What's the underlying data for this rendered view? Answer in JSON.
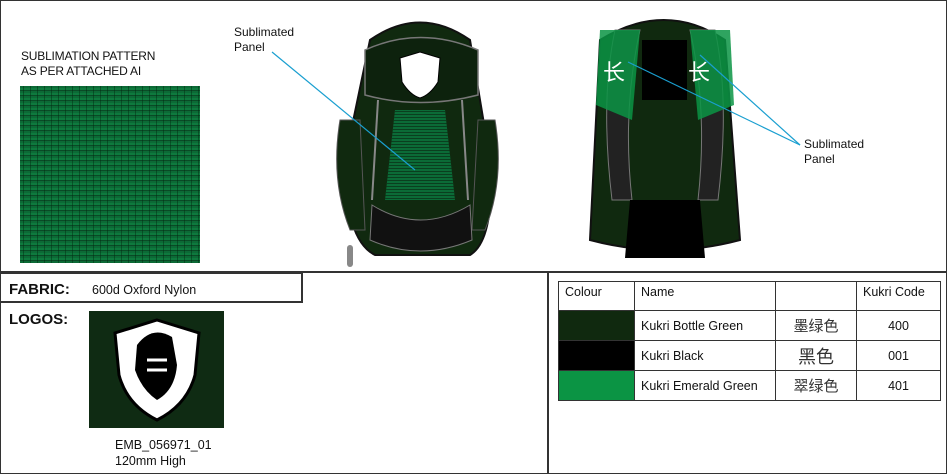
{
  "pattern_note": {
    "line1": "SUBLIMATION PATTERN",
    "line2": "AS PER ATTACHED AI"
  },
  "callouts": {
    "front": {
      "line1": "Sublimated",
      "line2": "Panel"
    },
    "back": {
      "line1": "Sublimated",
      "line2": "Panel"
    }
  },
  "fabric": {
    "label": "FABRIC:",
    "value": "600d Oxford Nylon"
  },
  "logos": {
    "label": "LOGOS:",
    "code": "EMB_056971_01",
    "size": "120mm High"
  },
  "colour_table": {
    "headers": [
      "Colour",
      "Name",
      "",
      "Kukri Code"
    ],
    "rows": [
      {
        "swatch": "#10290f",
        "name": "Kukri Bottle Green",
        "chinese": "墨绿色",
        "code": "400"
      },
      {
        "swatch": "#000000",
        "name": "Kukri Black",
        "chinese": "黑色",
        "code": "001"
      },
      {
        "swatch": "#0b9444",
        "name": "Kukri Emerald Green",
        "chinese": "翠绿色",
        "code": "401"
      }
    ]
  },
  "colors": {
    "bottle_green": "#10290f",
    "emerald": "#0b9444",
    "callout_line": "#1a9fd0"
  }
}
